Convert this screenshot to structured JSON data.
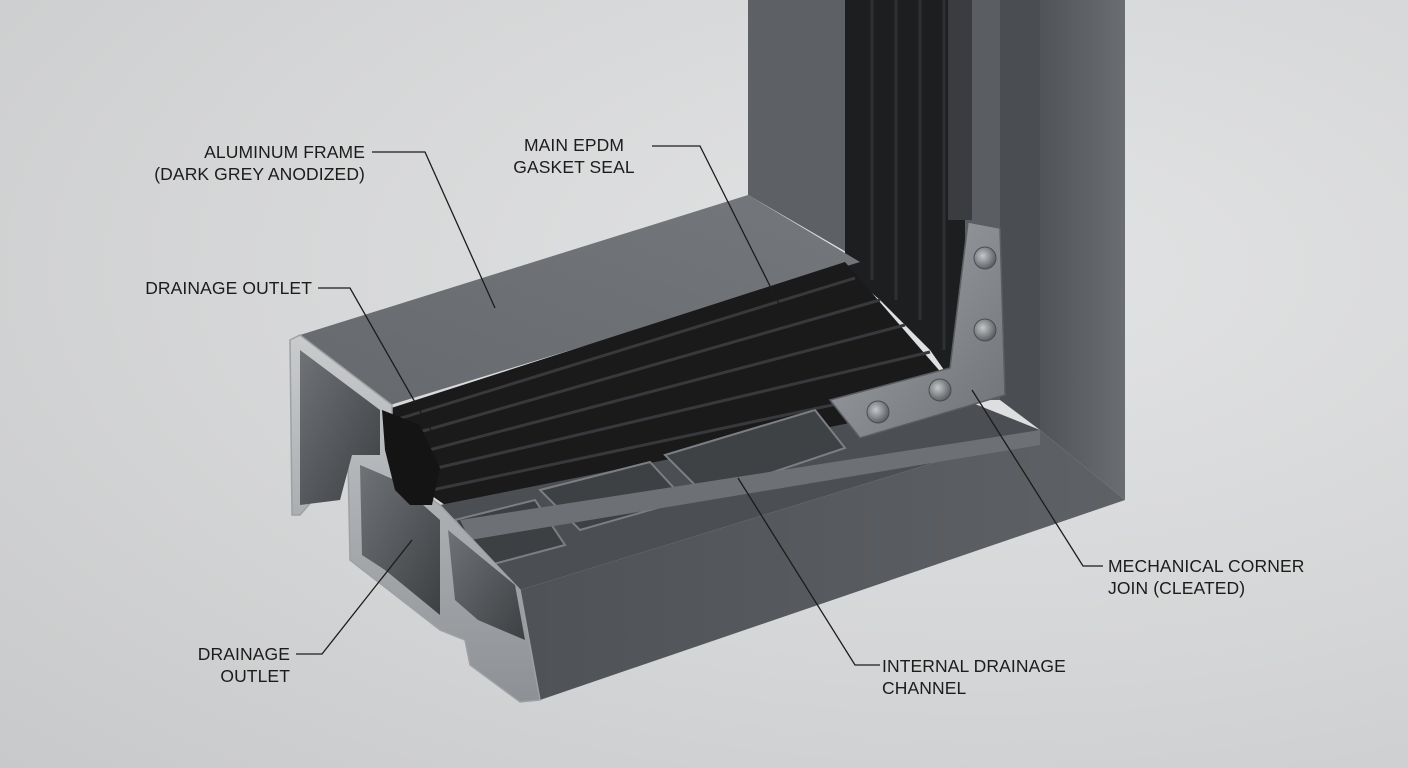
{
  "callouts": {
    "aluminum_frame": {
      "line1": "ALUMINUM FRAME",
      "line2": "(DARK GREY ANODIZED)"
    },
    "gasket_seal": {
      "line1": "MAIN EPDM",
      "line2": "GASKET SEAL"
    },
    "drainage_outlet_top": {
      "line1": "DRAINAGE OUTLET"
    },
    "drainage_outlet_bottom": {
      "line1": "DRAINAGE",
      "line2": "OUTLET"
    },
    "internal_channel": {
      "line1": "INTERNAL DRAINAGE",
      "line2": "CHANNEL"
    },
    "corner_join": {
      "line1": "MECHANICAL CORNER",
      "line2": "JOIN (CLEATED)"
    }
  },
  "colors": {
    "background": "#d4d5d6",
    "frame_finish": "#5b5e62",
    "gasket": "#1a1a1b",
    "cleat": "#8d9094",
    "leader_line": "#1c1c1c"
  }
}
